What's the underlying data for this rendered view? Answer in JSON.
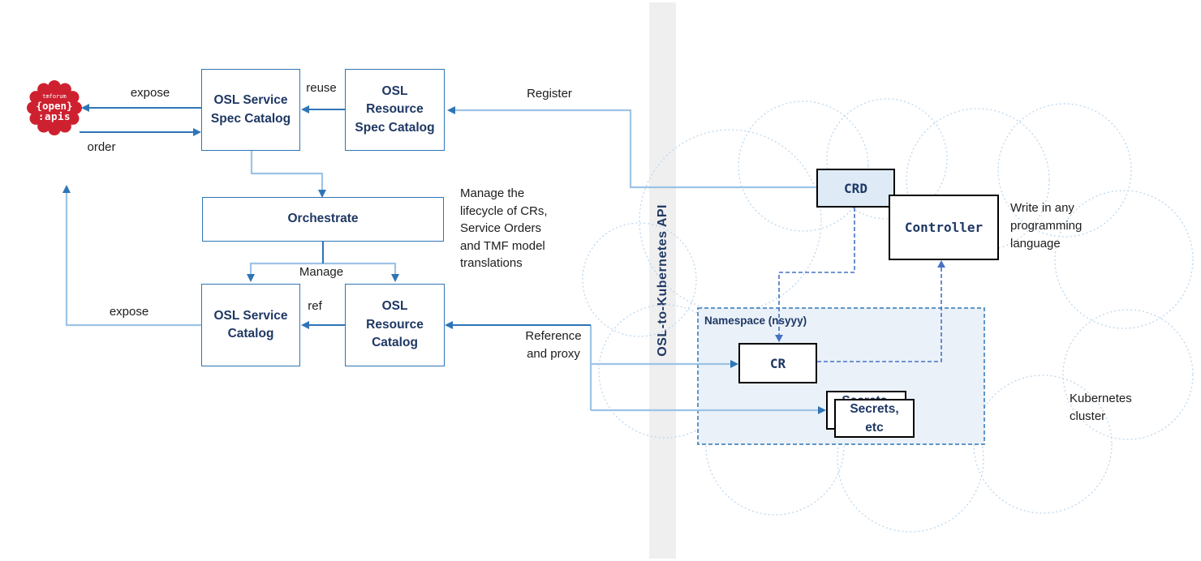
{
  "diagram": {
    "badge": {
      "line1": "tmforum",
      "line2": "{open}",
      "line3": ":apis"
    },
    "boxes": {
      "service_spec_catalog": "OSL Service\nSpec Catalog",
      "resource_spec_catalog": "OSL\nResource\nSpec Catalog",
      "orchestrate": "Orchestrate",
      "service_catalog": "OSL Service\nCatalog",
      "resource_catalog": "OSL\nResource\nCatalog",
      "crd": "CRD",
      "controller": "Controller",
      "cr": "CR",
      "secrets": "Secrets,\netc",
      "namespace_label": "Namespace (nsyyy)"
    },
    "edge_labels": {
      "expose_top": "expose",
      "order": "order",
      "reuse": "reuse",
      "register": "Register",
      "manage": "Manage",
      "ref": "ref",
      "expose_bottom": "expose",
      "reference_proxy": "Reference\nand proxy"
    },
    "annotations": {
      "lifecycle": "Manage the\nlifecycle of CRs,\nService Orders\nand TMF model\ntranslations",
      "write_any": "Write in any\nprogramming\nlanguage",
      "k8s_cluster": "Kubernetes\ncluster"
    },
    "api_bar_label": "OSL-to-Kubernetes API",
    "colors": {
      "box_border": "#2E75B6",
      "box_text": "#1F3864",
      "arrow_dark": "#2E75B6",
      "arrow_light": "#9DC3E6",
      "dashed_line": "#4472C4",
      "cloud_dots": "#BDD7EE",
      "badge_red": "#CE2130",
      "namespace_fill": "#EAF1F9",
      "crd_fill": "#DEEBF7",
      "api_bar_fill": "#EFEFEF"
    }
  }
}
